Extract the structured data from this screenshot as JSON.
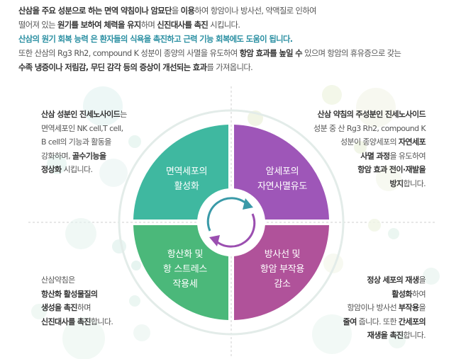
{
  "intro": {
    "lines": [
      [
        {
          "t": "산삼을 주요 성분으로 하는 면역 약침이나 ",
          "s": "b"
        },
        {
          "t": "암묘단",
          "s": "b"
        },
        {
          "t": "을 ",
          "s": "n"
        },
        {
          "t": "이용",
          "s": "b"
        },
        {
          "t": "하여 항암이나 방사선, 약액질로 인하여",
          "s": "n"
        }
      ],
      [
        {
          "t": "떨어져 있는 ",
          "s": "n"
        },
        {
          "t": "원기를 보하여 체력을 유지",
          "s": "b"
        },
        {
          "t": "하며 ",
          "s": "n"
        },
        {
          "t": "신진대사를 촉진",
          "s": "b"
        },
        {
          "t": " 시킵니다.",
          "s": "n"
        }
      ],
      [
        {
          "t": "산삼의 원기 회복 능력 은 환자들의 식욕을  촉진하고 근력 기능 회복에도 도움이 됩니다.",
          "s": "hl"
        }
      ],
      [
        {
          "t": "또한 산삼의 Rg3 Rh2, compound K 성분이 종양의 사멸을 유도하여 ",
          "s": "n"
        },
        {
          "t": "항암 효과를 높일 수",
          "s": "b"
        },
        {
          "t": " 있으며 항암의 휴유증으로 갖는",
          "s": "n"
        }
      ],
      [
        {
          "t": "수족 냉증이나 저림감, 무딘 감각 등의 증상이 개선되는 효과",
          "s": "b"
        },
        {
          "t": "를 가져옵니다.",
          "s": "n"
        }
      ]
    ]
  },
  "quadrants": {
    "top_left": {
      "label": [
        "면역세포의",
        "활성화"
      ],
      "color": "#3fb8a0",
      "text": [
        [
          {
            "t": "산삼 성분인 진세노사이드",
            "s": "b"
          },
          {
            "t": "는",
            "s": "n"
          }
        ],
        [
          {
            "t": "면역세포인 NK cell,T cell,",
            "s": "n"
          }
        ],
        [
          {
            "t": "B cell의  기능과 활동을",
            "s": "n"
          }
        ],
        [
          {
            "t": "강화하며, ",
            "s": "n"
          },
          {
            "t": "골수기능을",
            "s": "b"
          }
        ],
        [
          {
            "t": "정상화",
            "s": "b"
          },
          {
            "t": " 시킵니다.",
            "s": "n"
          }
        ]
      ]
    },
    "top_right": {
      "label": [
        "암세포의",
        "자연사멸유도"
      ],
      "color": "#9e56b8",
      "text": [
        [
          {
            "t": "산삼 약침의 주성분인 진세노사이드",
            "s": "b"
          }
        ],
        [
          {
            "t": "성분 중 산 Rg3 Rh2, compound K",
            "s": "n"
          }
        ],
        [
          {
            "t": "성분이 종양세포의 ",
            "s": "n"
          },
          {
            "t": "자연세포",
            "s": "b"
          }
        ],
        [
          {
            "t": "사멸 과정",
            "s": "b"
          },
          {
            "t": "을 유도하여",
            "s": "n"
          }
        ],
        [
          {
            "t": "항암 효과 전이·재발을",
            "s": "b"
          }
        ],
        [
          {
            "t": "방지",
            "s": "b"
          },
          {
            "t": "합니다.",
            "s": "n"
          }
        ]
      ]
    },
    "bottom_left": {
      "label": [
        "항산화 및",
        "항 스트레스",
        "작용세"
      ],
      "color": "#4bb87a",
      "text": [
        [
          {
            "t": "산삼약침은",
            "s": "n"
          }
        ],
        [
          {
            "t": "항산화 활성물질의",
            "s": "b"
          }
        ],
        [
          {
            "t": "생성을 촉진",
            "s": "b"
          },
          {
            "t": "하며",
            "s": "n"
          }
        ],
        [
          {
            "t": "신진대사를 촉진",
            "s": "b"
          },
          {
            "t": "합니다.",
            "s": "n"
          }
        ]
      ]
    },
    "bottom_right": {
      "label": [
        "방사선 및",
        "항암 부작용",
        "감소"
      ],
      "color": "#b0529a",
      "text": [
        [
          {
            "t": "정상 세포의 재생",
            "s": "b"
          },
          {
            "t": "을",
            "s": "n"
          }
        ],
        [
          {
            "t": "활성화",
            "s": "b"
          },
          {
            "t": "하여",
            "s": "n"
          }
        ],
        [
          {
            "t": "항암이나 방사선 ",
            "s": "n"
          },
          {
            "t": "부작용",
            "s": "b"
          },
          {
            "t": "을",
            "s": "n"
          }
        ],
        [
          {
            "t": "줄여",
            "s": "b"
          },
          {
            "t": " 줍니다. 또한 ",
            "s": "n"
          },
          {
            "t": "간세포의",
            "s": "b"
          }
        ],
        [
          {
            "t": "재생을 촉진",
            "s": "b"
          },
          {
            "t": "합니다.",
            "s": "n"
          }
        ]
      ]
    }
  },
  "colors": {
    "highlight_text": "#2a8fa2",
    "arrow_teal": "#3a9aa8",
    "arrow_purple": "#9b4fb0"
  },
  "icons": {
    "cycle": "circular-arrows-icon"
  }
}
